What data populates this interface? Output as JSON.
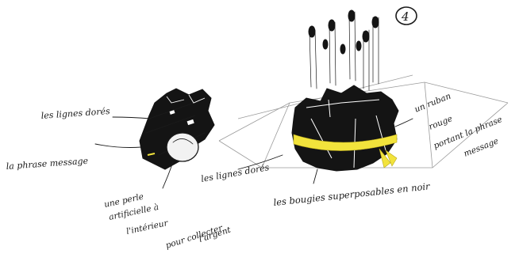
{
  "sketch": {
    "number_label": "4",
    "annotations": {
      "left_top": "les lignes dorés",
      "left_bottom": "la phrase message",
      "pearl_1": "une perle",
      "pearl_2": "artificielle à",
      "pearl_3": "l'intérieur",
      "pearl_4": "pour collecter",
      "pearl_5": "l'argent",
      "middle": "les lignes dorés",
      "bottom": "les bougies superposables en noir",
      "right_1": "un ruban",
      "right_2": "rouge",
      "right_3": "portant la phrase",
      "right_4": "message"
    }
  },
  "colors": {
    "ink": "#141414",
    "ribbon": "#f2e33c",
    "paper": "#ffffff"
  }
}
